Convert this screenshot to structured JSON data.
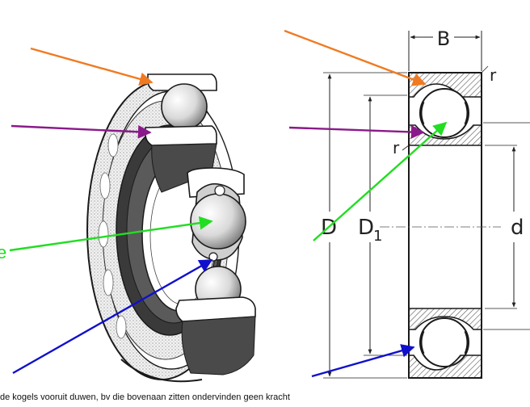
{
  "labels": {
    "width": "B",
    "radius_top": "r",
    "radius_inner": "r",
    "outer_diameter": "D",
    "d1_main": "D",
    "d1_sub": "1",
    "bore": "d",
    "left_edge_fragment": "e"
  },
  "caption": "de kogels vooruit duwen, bv die bovenaan zitten ondervinden geen kracht",
  "colors": {
    "outer_ring_arrow": "#f07a22",
    "inner_ring_arrow": "#8a1a8a",
    "ball_arrow": "#22dd22",
    "cage_arrow": "#1010cc",
    "line_art": "#1a1a1a",
    "hatch": "#555555"
  }
}
